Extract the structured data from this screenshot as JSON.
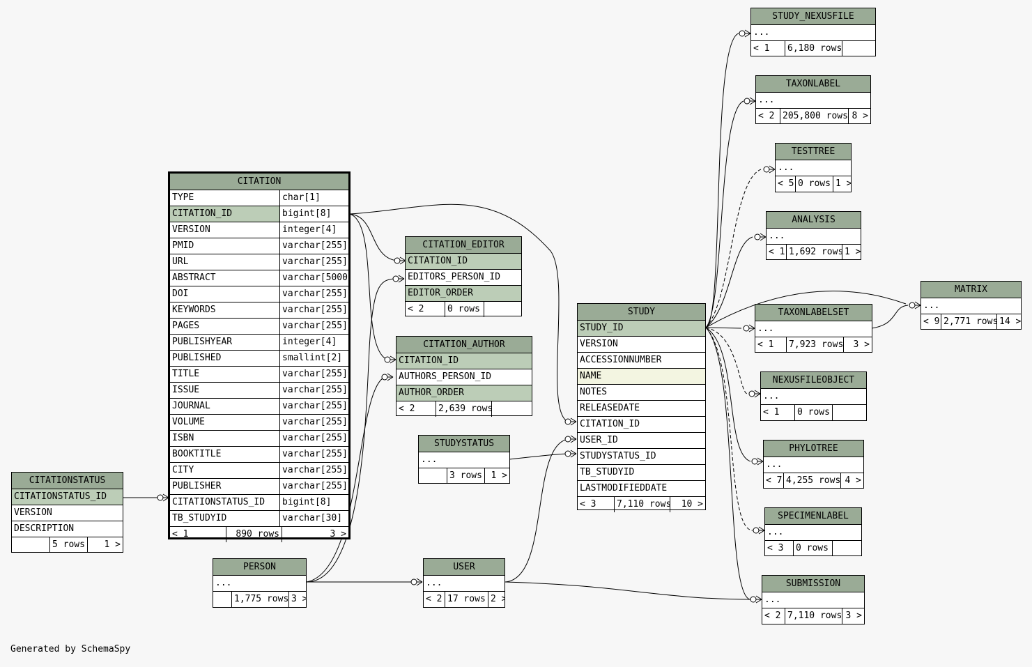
{
  "credit": "Generated by SchemaSpy",
  "tables": {
    "citation": {
      "name": "CITATION",
      "columns": [
        {
          "name": "TYPE",
          "type": "char[1]"
        },
        {
          "name": "CITATION_ID",
          "type": "bigint[8]"
        },
        {
          "name": "VERSION",
          "type": "integer[4]"
        },
        {
          "name": "PMID",
          "type": "varchar[255]"
        },
        {
          "name": "URL",
          "type": "varchar[255]"
        },
        {
          "name": "ABSTRACT",
          "type": "varchar[5000"
        },
        {
          "name": "DOI",
          "type": "varchar[255]"
        },
        {
          "name": "KEYWORDS",
          "type": "varchar[255]"
        },
        {
          "name": "PAGES",
          "type": "varchar[255]"
        },
        {
          "name": "PUBLISHYEAR",
          "type": "integer[4]"
        },
        {
          "name": "PUBLISHED",
          "type": "smallint[2]"
        },
        {
          "name": "TITLE",
          "type": "varchar[255]"
        },
        {
          "name": "ISSUE",
          "type": "varchar[255]"
        },
        {
          "name": "JOURNAL",
          "type": "varchar[255]"
        },
        {
          "name": "VOLUME",
          "type": "varchar[255]"
        },
        {
          "name": "ISBN",
          "type": "varchar[255]"
        },
        {
          "name": "BOOKTITLE",
          "type": "varchar[255]"
        },
        {
          "name": "CITY",
          "type": "varchar[255]"
        },
        {
          "name": "PUBLISHER",
          "type": "varchar[255]"
        },
        {
          "name": "CITATIONSTATUS_ID",
          "type": "bigint[8]"
        },
        {
          "name": "TB_STUDYID",
          "type": "varchar[30]"
        }
      ],
      "footer": {
        "parents": "< 1",
        "rows": "890 rows",
        "children": "3 >"
      }
    },
    "citationstatus": {
      "name": "CITATIONSTATUS",
      "columns": [
        "CITATIONSTATUS_ID",
        "VERSION",
        "DESCRIPTION"
      ],
      "footer": {
        "parents": "",
        "rows": "5 rows",
        "children": "1 >"
      }
    },
    "citation_editor": {
      "name": "CITATION_EDITOR",
      "columns": [
        "CITATION_ID",
        "EDITORS_PERSON_ID",
        "EDITOR_ORDER"
      ],
      "footer": {
        "parents": "< 2",
        "rows": "0 rows",
        "children": ""
      }
    },
    "citation_author": {
      "name": "CITATION_AUTHOR",
      "columns": [
        "CITATION_ID",
        "AUTHORS_PERSON_ID",
        "AUTHOR_ORDER"
      ],
      "footer": {
        "parents": "< 2",
        "rows": "2,639 rows",
        "children": ""
      }
    },
    "studystatus": {
      "name": "STUDYSTATUS",
      "ellipsis": "...",
      "footer": {
        "parents": "",
        "rows": "3 rows",
        "children": "1 >"
      }
    },
    "person": {
      "name": "PERSON",
      "ellipsis": "...",
      "footer": {
        "parents": "",
        "rows": "1,775 rows",
        "children": "3 >"
      }
    },
    "user": {
      "name": "USER",
      "ellipsis": "...",
      "footer": {
        "parents": "< 2",
        "rows": "17 rows",
        "children": "2 >"
      }
    },
    "study": {
      "name": "STUDY",
      "columns": [
        "STUDY_ID",
        "VERSION",
        "ACCESSIONNUMBER",
        "NAME",
        "NOTES",
        "RELEASEDATE",
        "CITATION_ID",
        "USER_ID",
        "STUDYSTATUS_ID",
        "TB_STUDYID",
        "LASTMODIFIEDDATE"
      ],
      "footer": {
        "parents": "< 3",
        "rows": "7,110 rows",
        "children": "10 >"
      }
    },
    "study_nexusfile": {
      "name": "STUDY_NEXUSFILE",
      "ellipsis": "...",
      "footer": {
        "parents": "< 1",
        "rows": "6,180 rows",
        "children": ""
      }
    },
    "taxonlabel": {
      "name": "TAXONLABEL",
      "ellipsis": "...",
      "footer": {
        "parents": "< 2",
        "rows": "205,800 rows",
        "children": "8 >"
      }
    },
    "testtree": {
      "name": "TESTTREE",
      "ellipsis": "...",
      "footer": {
        "parents": "< 5",
        "rows": "0 rows",
        "children": "1 >"
      }
    },
    "analysis": {
      "name": "ANALYSIS",
      "ellipsis": "...",
      "footer": {
        "parents": "< 1",
        "rows": "1,692 rows",
        "children": "1 >"
      }
    },
    "matrix": {
      "name": "MATRIX",
      "ellipsis": "...",
      "footer": {
        "parents": "< 9",
        "rows": "2,771 rows",
        "children": "14 >"
      }
    },
    "taxonlabelset": {
      "name": "TAXONLABELSET",
      "ellipsis": "...",
      "footer": {
        "parents": "< 1",
        "rows": "7,923 rows",
        "children": "3 >"
      }
    },
    "nexusfileobject": {
      "name": "NEXUSFILEOBJECT",
      "ellipsis": "...",
      "footer": {
        "parents": "< 1",
        "rows": "0 rows",
        "children": ""
      }
    },
    "phylotree": {
      "name": "PHYLOTREE",
      "ellipsis": "...",
      "footer": {
        "parents": "< 7",
        "rows": "4,255 rows",
        "children": "4 >"
      }
    },
    "specimenlabel": {
      "name": "SPECIMENLABEL",
      "ellipsis": "...",
      "footer": {
        "parents": "< 3",
        "rows": "0 rows",
        "children": ""
      }
    },
    "submission": {
      "name": "SUBMISSION",
      "ellipsis": "...",
      "footer": {
        "parents": "< 2",
        "rows": "7,110 rows",
        "children": "3 >"
      }
    }
  }
}
